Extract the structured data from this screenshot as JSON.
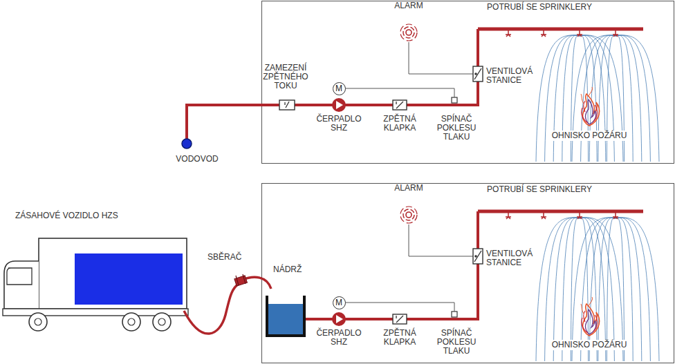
{
  "diagram": {
    "nodes": [
      {
        "text": [
          "M"
        ]
      },
      {
        "text": [
          "M"
        ]
      }
    ],
    "labels": [
      "ALARM",
      "POTRUBÍ SE SPRINKLERY",
      "ZAMEZENÍ ZPĚTNÉHO TOKU",
      "VENTILOVÁ STANICE",
      "ČERPADLO SHZ",
      "ZPĚTNÁ KLAPKA",
      "SPÍNAČ POKLESU TLAKU",
      "OHNISKO POŽÁRU",
      "VODOVOD",
      "ALARM",
      "POTRUBÍ SE SPRINKLERY",
      "ZÁSAHOVÉ VOZIDLO HZS",
      "SBĚRAČ",
      "NÁDRŽ",
      "VENTILOVÁ STANICE",
      "ČERPADLO SHZ",
      "ZPĚTNÁ KLAPKA",
      "SPÍNAČ POKLESU TLAKU",
      "OHNISKO POŽÁRU"
    ]
  }
}
